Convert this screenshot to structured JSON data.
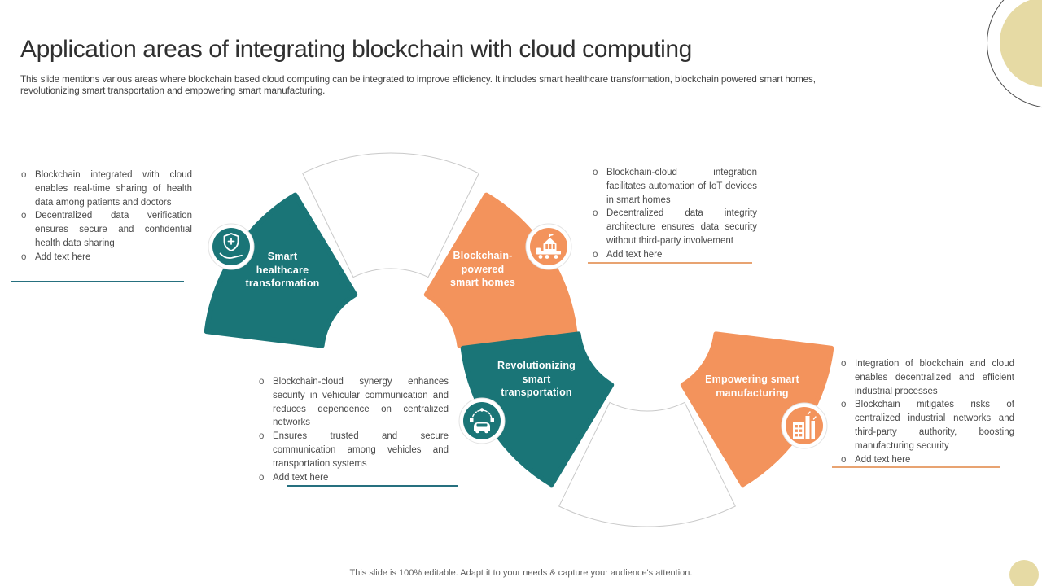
{
  "slide": {
    "title": "Application areas of integrating blockchain with cloud computing",
    "subtitle": "This slide mentions various areas where blockchain based cloud computing can be integrated to improve efficiency. It includes smart healthcare transformation, blockchain powered smart homes, revolutionizing smart transportation and empowering smart manufacturing.",
    "footer": "This slide is 100% editable. Adapt it to your needs & capture your audience's attention."
  },
  "bullet_marker": "o",
  "colors": {
    "teal": "#1A7577",
    "orange": "#F3935C",
    "beige": "#E6DAA4",
    "underline_teal": "#26707F",
    "underline_orange": "#E8A371",
    "wedge_border": "#C9C9C9",
    "decor_outline": "#4D4D4D"
  },
  "segments": {
    "healthcare": {
      "label": "Smart\nhealthcare\ntransformation",
      "icon": "hand-shield-health-icon",
      "bullets": [
        "Blockchain integrated with cloud enables real-time sharing of health data among patients and doctors",
        "Decentralized data verification ensures secure and confidential health data sharing",
        "Add text here"
      ]
    },
    "smart_homes": {
      "label": "Blockchain-\npowered\nsmart homes",
      "icon": "truck-home-icon",
      "bullets": [
        "Blockchain-cloud integration facilitates automation of IoT devices in smart homes",
        "Decentralized data integrity architecture ensures data security without third-party involvement",
        "Add text here"
      ]
    },
    "transportation": {
      "label": "Revolutionizing\nsmart\ntransportation",
      "icon": "connected-car-icon",
      "bullets": [
        "Blockchain-cloud synergy enhances security in vehicular communication and reduces dependence on centralized networks",
        "Ensures trusted and secure communication among vehicles and transportation systems",
        "Add text here"
      ]
    },
    "manufacturing": {
      "label": "Empowering smart\nmanufacturing",
      "icon": "factory-icon",
      "bullets": [
        "Integration of blockchain and cloud enables decentralized and efficient industrial processes",
        "Blockchain mitigates risks of centralized industrial networks and third-party authority, boosting manufacturing security",
        "Add text here"
      ]
    }
  }
}
